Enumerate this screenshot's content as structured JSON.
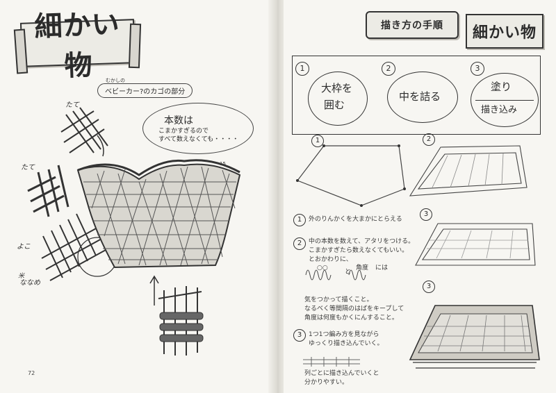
{
  "left_page": {
    "title": "細かい物",
    "caption_small": "むかしの",
    "caption": "ベビーカー?のカゴの部分",
    "bubble": {
      "line1": "本数は",
      "line2": "こまかすぎるので",
      "line3": "すべて数えなくても・・・・"
    },
    "tags": [
      "たて",
      "たて",
      "よこ",
      "ななめ"
    ],
    "tag_bottom": "米",
    "small_mark": "15",
    "page_number": "72"
  },
  "right_page": {
    "subtitle": "描き方の手順",
    "title": "細かい物",
    "steps": [
      {
        "number": "1",
        "text_lines": [
          "大枠を",
          "囲む"
        ]
      },
      {
        "number": "2",
        "text_lines": [
          "中を詰る"
        ]
      },
      {
        "number": "3",
        "text_lines": [
          "塗り",
          "描き込み"
        ]
      }
    ],
    "figure_numbers": [
      "1",
      "2",
      "3",
      "3"
    ],
    "notes": {
      "n1_num": "1",
      "n1": "外のりんかくを大まかにとらえる",
      "n2_num": "2",
      "n2_lines": [
        "中の本数を数えて、アタリをつける。",
        "こまかすぎたら数えなくてもいい。",
        "とおかわりに、"
      ],
      "n2_mid_a": "○○",
      "n2_mid_b": "と",
      "n2_mid_c": "角度",
      "n2_mid_d": "には",
      "n2_more": [
        "気をつかって描くこと。",
        "なるべく等間隔のはばをキープして",
        "角度は何度もかくにんすること。"
      ],
      "n3_num": "3",
      "n3_lines": [
        "1つ1つ編み方を見ながら",
        "ゆっくり描き込んでいく。"
      ],
      "n3_foot": [
        "列ごとに描き込んでいくと",
        "分かりやすい。"
      ]
    }
  }
}
